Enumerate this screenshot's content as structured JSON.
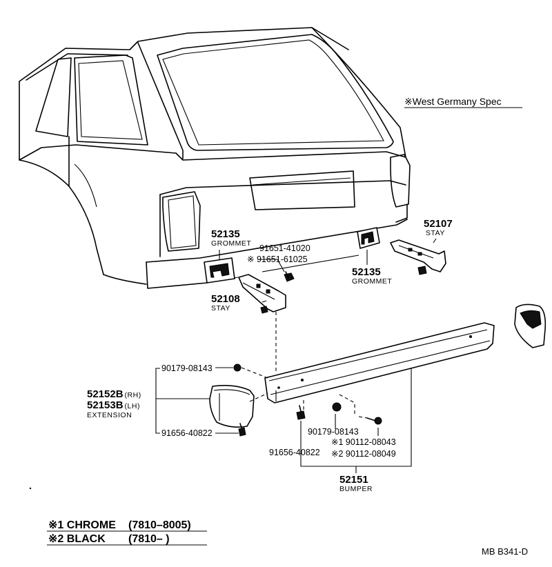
{
  "note": {
    "mark": "※",
    "text": "West Germany Spec"
  },
  "labels": {
    "p52135_top": {
      "number": "52135",
      "name": "GROMMET"
    },
    "p91651": {
      "line1": "91651-41020",
      "line2": "※ 91651-61025"
    },
    "p52108": {
      "number": "52108",
      "name": "STAY"
    },
    "p52135_mid": {
      "number": "52135",
      "name": "GROMMET"
    },
    "p52107": {
      "number": "52107",
      "name": "STAY"
    },
    "p90179_left": "90179-08143",
    "p5215x": {
      "rh_number": "52152B",
      "rh_side": "(RH)",
      "lh_number": "52153B",
      "lh_side": "(LH)",
      "name": "EXTENSION"
    },
    "p91656_left": "91656-40822",
    "p90179_right": "90179-08143",
    "p90112_a": "※1 90112-08043",
    "p91656_right": "91656-40822",
    "p90112_b": "※2 90112-08049",
    "p52151": {
      "number": "52151",
      "name": "BUMPER"
    }
  },
  "legend": [
    {
      "mark": "※1",
      "finish": "CHROME",
      "period": "(7810–8005)"
    },
    {
      "mark": "※2",
      "finish": "BLACK",
      "period": "(7810–      )"
    }
  ],
  "diagram_code": "MB  B341-D"
}
